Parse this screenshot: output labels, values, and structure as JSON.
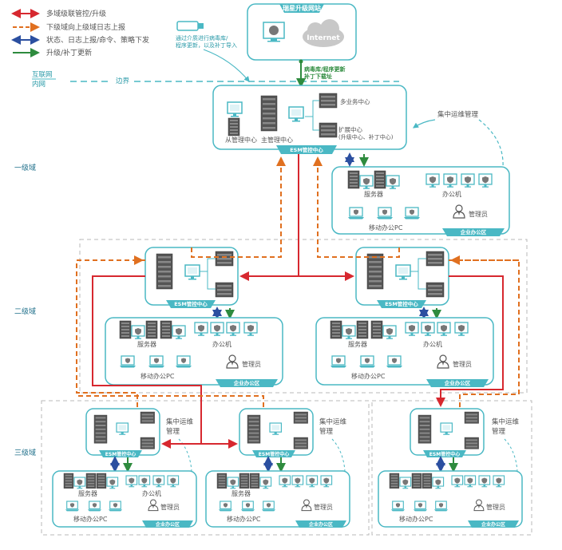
{
  "legend": [
    {
      "text": "多域级联管控/升级",
      "color": "#d7282f",
      "style": "solid",
      "bidir": true
    },
    {
      "text": "下级域向上级域日志上报",
      "color": "#e07020",
      "style": "dashed",
      "bidir": false
    },
    {
      "text": "状态、日志上报/命令、策略下发",
      "color": "#2b4fa0",
      "style": "solid",
      "bidir": true
    },
    {
      "text": "升级/补丁更新",
      "color": "#2e8b3e",
      "style": "solid",
      "bidir": false
    }
  ],
  "internet_block": {
    "title": "瑞星升级网站",
    "cloud": "Internet",
    "usb_text_line1": "通过介质进行病毒库/",
    "usb_text_line2": "程序更新，以及补丁导入",
    "download_line1": "病毒库/程序更新",
    "download_line2": "补丁下载址"
  },
  "boundary": {
    "internet": "互联网",
    "intranet": "内网",
    "label": "边界"
  },
  "tiers": {
    "level1": "一级域",
    "level2": "二级域",
    "level3": "三级域"
  },
  "center1": {
    "badge": "ESM管控中心",
    "slave": "从管理中心",
    "master": "主管理中心",
    "multi": "多业务中心",
    "ext_line1": "扩展中心",
    "ext_line2": "(升级中心、补丁中心)"
  },
  "ops_label": "集中运维管理",
  "ops_short_line1": "集中运维",
  "ops_short_line2": "管理",
  "office": {
    "servers": "服务器",
    "office_pc": "办公机",
    "mobile": "移动办公PC",
    "admin": "管理员",
    "zone": "企业办公区"
  },
  "esm_badge": "ESM管控中心",
  "colors": {
    "teal": "#4ab8c4",
    "red": "#d7282f",
    "orange": "#e07020",
    "blue": "#2b4fa0",
    "green": "#2e8b3e",
    "gray_dash": "#b8b8b8"
  }
}
